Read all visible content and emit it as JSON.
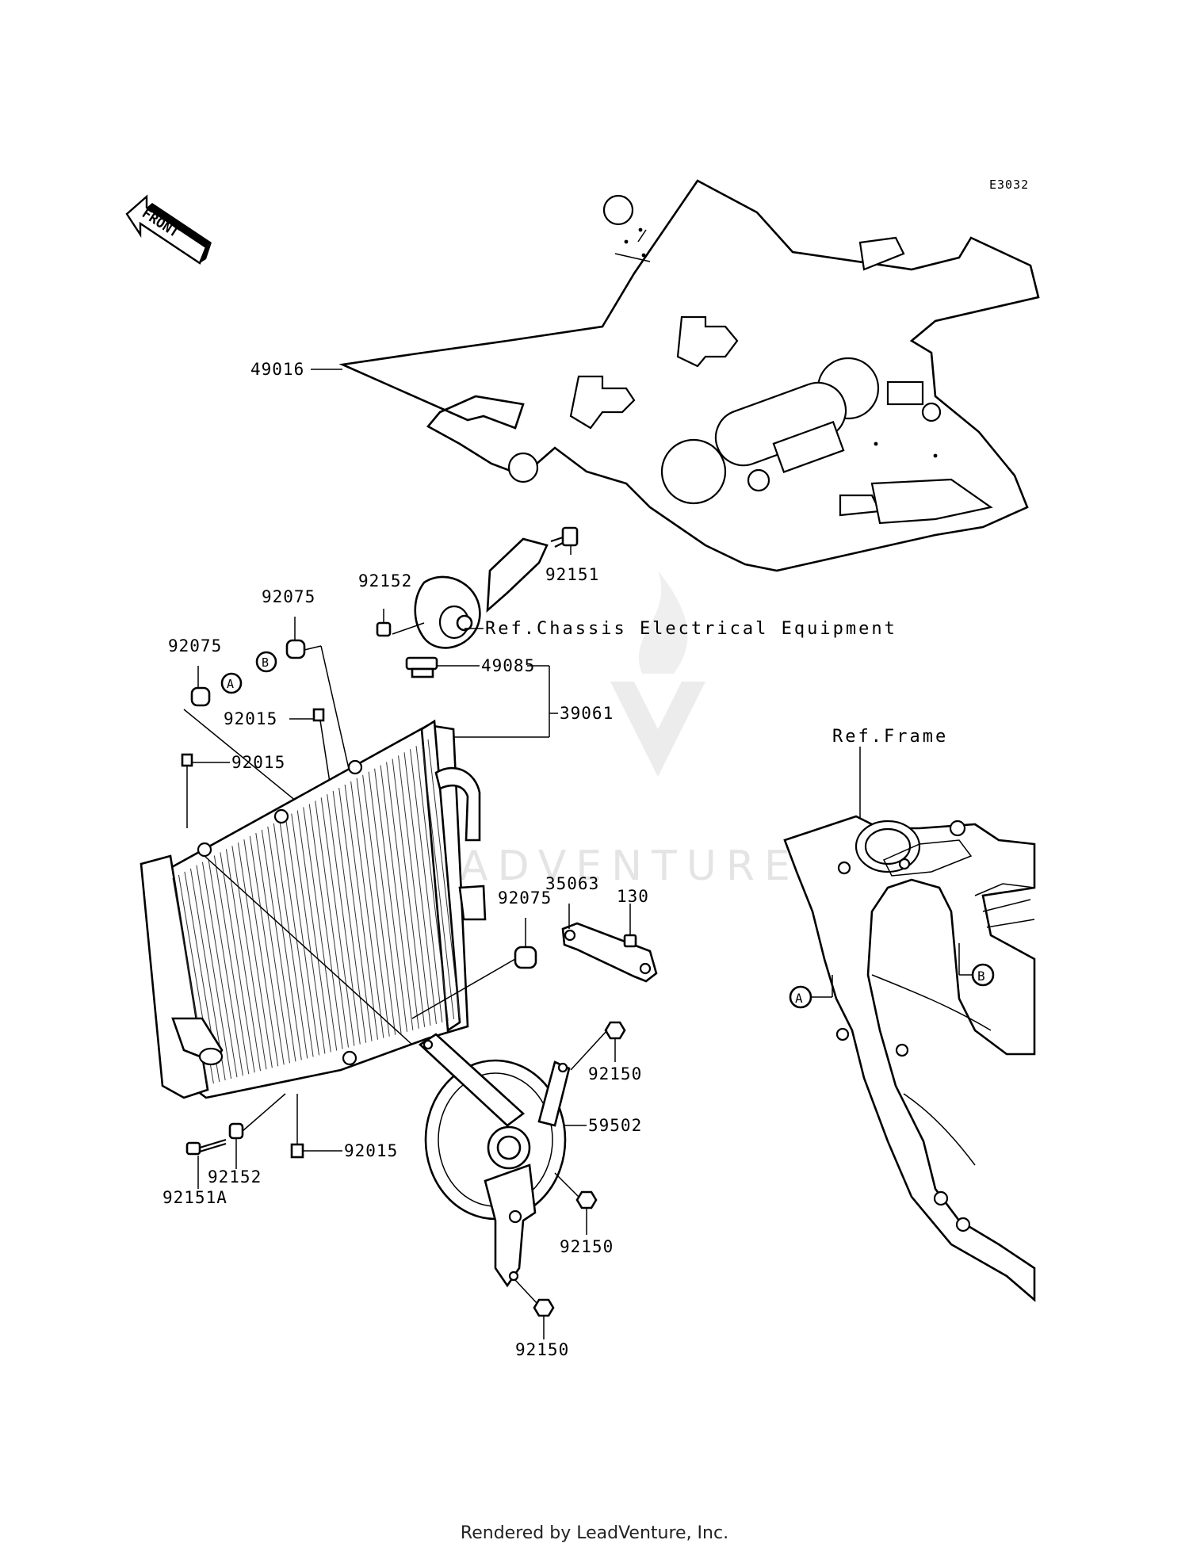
{
  "diagram": {
    "code": "E3032",
    "front_arrow": "FRONT",
    "watermark": "ADVENTURE",
    "footer": "Rendered by LeadVenture, Inc.",
    "callouts": {
      "a": "A",
      "b": "B"
    },
    "refs": {
      "chassis_electrical": "Ref.Chassis Electrical Equipment",
      "frame": "Ref.Frame"
    },
    "part_numbers": {
      "p49016": "49016",
      "p92151_top": "92151",
      "p92152_top": "92152",
      "p92075_b": "92075",
      "p92075_a": "92075",
      "p49085": "49085",
      "p39061": "39061",
      "p92015_1": "92015",
      "p92015_2": "92015",
      "p92075_mid": "92075",
      "p35063": "35063",
      "p130": "130",
      "p92150_1": "92150",
      "p59502": "59502",
      "p92015_3": "92015",
      "p92152_bottom": "92152",
      "p92151a": "92151A",
      "p92150_2": "92150",
      "p92150_3": "92150"
    }
  }
}
